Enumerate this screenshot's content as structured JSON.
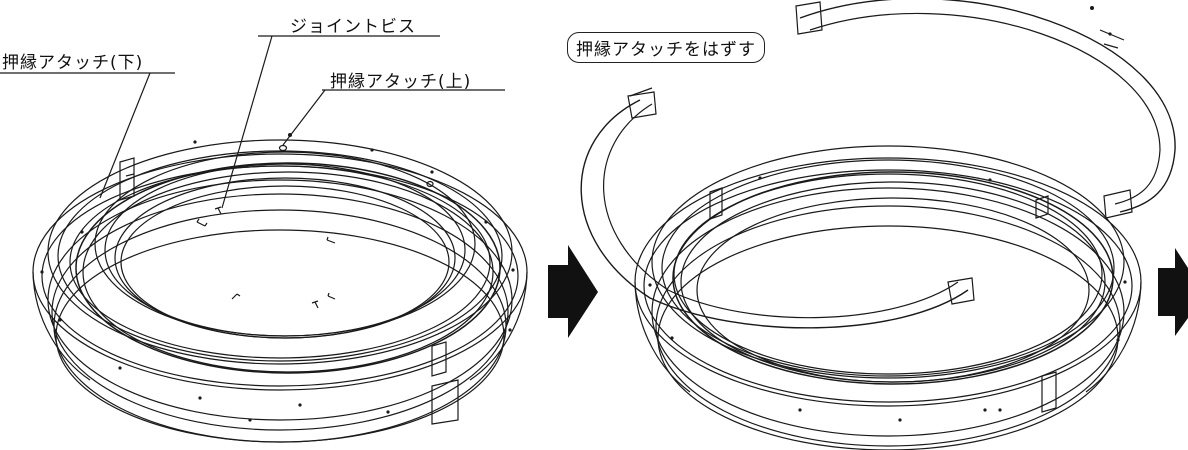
{
  "labels": {
    "lower_attachment": "押縁アタッチ(下)",
    "joint_screw": "ジョイントビス",
    "upper_attachment": "押縁アタッチ(上)",
    "remove_attachment": "押縁アタッチをはずす"
  },
  "colors": {
    "line": "#1a1a1a",
    "arrow": "#111111",
    "background": "#ffffff"
  },
  "icons": [
    "right-arrow-icon",
    "screw-icon"
  ]
}
